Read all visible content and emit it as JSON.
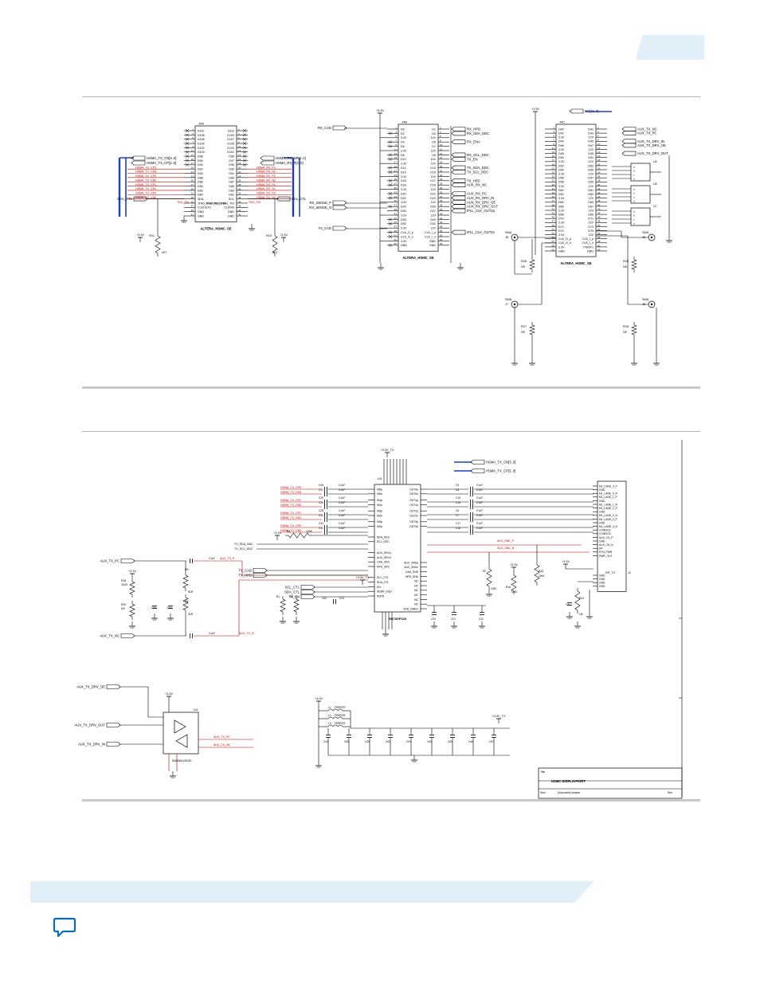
{
  "colors": {
    "accent_band": "#e1eff9",
    "schematic_red": "#c00000",
    "schematic_blue": "#1f3fbf",
    "line": "#000000"
  },
  "top_left": {
    "ref": "J4A",
    "part": "ALTERA_HSMC_SE",
    "left_pins": [
      "D110",
      "D108",
      "D106",
      "D104",
      "D102",
      "D100",
      "D98",
      "D96",
      "D94",
      "D92",
      "D90",
      "D88",
      "D86",
      "D84",
      "D82",
      "D80",
      "SDA",
      "JTAG_TCK/TAG_TMS",
      "CLKOUT0",
      "GND",
      "GND"
    ],
    "right_pins": [
      "D111",
      "D109",
      "D107",
      "D105",
      "D103",
      "D101",
      "D99",
      "D97",
      "D95",
      "D93",
      "D91",
      "D89",
      "D87",
      "D85",
      "D83",
      "D81",
      "SCL",
      "JTAG_TDO/JTAG_TDI",
      "CLKIN0",
      "GND",
      "GND"
    ],
    "left_nets": [
      "HSMA_TX_CN[3..0]",
      "HSMA_TX_CP[3..0]",
      "HSMA_TX_CP3",
      "HSMA_TX_CN3",
      "HSMA_TX_CP2",
      "HSMA_TX_CN2",
      "HSMA_TX_CP1",
      "HSMA_TX_CN1",
      "HSMA_TX_CP0",
      "HSMA_TX_CN0"
    ],
    "right_nets": [
      "HSMA_RX_NP[3..0]",
      "HSMA_RX_P[3..0]",
      "HSMA_RX_P3",
      "HSMA_RX_N3",
      "HSMA_RX_P2",
      "HSMA_RX_N2",
      "HSMA_RX_P1",
      "HSMA_RX_N1",
      "HSMA_RX_P0",
      "HSMA_RX_N0"
    ],
    "sda": "SDA_CTL",
    "scl": "SCL_CTL",
    "r11": "R11",
    "r11v": "4K7",
    "r10": "R10",
    "r10v": "4K7",
    "vcc": "+3.3V",
    "tdo": "TDO_TDI"
  },
  "top_mid": {
    "ref": "J4B",
    "part": "ALTERA_HSMC_SE",
    "left_pins": [
      "D0",
      "D2",
      "3.3V",
      "D4",
      "D6",
      "3.3V",
      "D8",
      "D10",
      "3.3V",
      "D12",
      "D14",
      "3.3V",
      "D16",
      "D18",
      "3.3V",
      "D20",
      "D22",
      "3.3V",
      "D24",
      "D26",
      "3.3V",
      "D28",
      "D30",
      "3.3V",
      "CLK_O_p",
      "CLK_O_n",
      "3.3V",
      "GND"
    ],
    "right_pins": [
      "D1",
      "D3",
      "12V",
      "D5",
      "D7",
      "12V",
      "D9",
      "D11",
      "12V",
      "D13",
      "D15",
      "12V",
      "D17",
      "D19",
      "12V",
      "D21",
      "D23",
      "12V",
      "D25",
      "D27",
      "12V",
      "D29",
      "D31",
      "12V",
      "CLK_I_p",
      "CLK_I_n",
      "GND",
      "GND"
    ],
    "left_nets": [
      "RX_CAD",
      "RX_SENSE_P",
      "RX_SENSE_N",
      "TX_CAD"
    ],
    "right_nets": [
      "RX_HPD",
      "RX_SDA_DDC",
      "RX_ENA",
      "RX_SCL_DDC",
      "TX_EN",
      "TX_SDA_DDC",
      "TX_SCL_DDC",
      "TX_HPD",
      "AUX_RX_NC",
      "AUX_RX_PC",
      "AUX_RX_DRV_IN",
      "AUX_RX_DRV_OE",
      "AUX_RX_DRV_OUT",
      "IPLL_CLK_OUT2p",
      "IPLL_CLK_OUT2n"
    ],
    "vcc": "+3.3V"
  },
  "top_right": {
    "ref": "J4C",
    "part": "ALTERA_HSMC_SE",
    "left_pins": [
      "D40",
      "D42",
      "3.3V",
      "D44",
      "D46",
      "3.3V",
      "D48",
      "D50",
      "3.3V",
      "D52",
      "D54",
      "3.3V",
      "D56",
      "D58",
      "3.3V",
      "D60",
      "D62",
      "3.3V",
      "D64",
      "D66",
      "3.3V",
      "D68",
      "D70",
      "3.3V",
      "D72",
      "D74",
      "3.3V",
      "CLK_O_p",
      "CLK_O_n",
      "3.3V",
      "GND"
    ],
    "right_pins": [
      "D41",
      "D43",
      "12V",
      "D45",
      "D47",
      "12V",
      "D49",
      "D51",
      "12V",
      "D53",
      "D55",
      "12V",
      "D57",
      "D59",
      "12V",
      "D61",
      "D63",
      "12V",
      "D65",
      "D67",
      "12V",
      "D69",
      "D71",
      "12V",
      "D73",
      "D75",
      "12V",
      "CLK_I_p",
      "CLK_I_n",
      "PSINTn",
      "GND"
    ],
    "bus": "DC[11..0]",
    "right_nets": [
      "AUX_TX_NC",
      "AUX_TX_PC",
      "AUX_TX_DRV_IN",
      "AUX_TX_DRV_OE",
      "AUX_TX_DRV_OUT"
    ],
    "sma": [
      "SMA",
      "J8",
      "SMA",
      "J7",
      "SMA",
      "J6",
      "SMA",
      "J5"
    ],
    "res": [
      "R28",
      "NS",
      "R27",
      "NS",
      "R25",
      "NS",
      "R26",
      "NS"
    ],
    "vcc": "+3.3V",
    "u": [
      "U5",
      "U6",
      "U7"
    ]
  },
  "bottom": {
    "u3": "U3",
    "u3part": "SN75DP130",
    "u4": "U4",
    "u4part": "SN65MLVD200",
    "j2": "J2",
    "j2part": "DP_TX",
    "tx_inputs": [
      "HSMA_TX_CP3",
      "HSMA_TX_CN3",
      "HSMA_TX_CP2",
      "HSMA_TX_CN2",
      "HSMA_TX_CP1",
      "HSMA_TX_CN1",
      "HSMA_TX_CP0",
      "HSMA_TX_CN0"
    ],
    "caps_in": [
      "C36",
      "C37",
      "C29",
      "C26",
      "C28",
      "C30",
      "C31",
      "C32"
    ],
    "cap_val": "0.1uF",
    "u3_left_pins": [
      "IN0p",
      "IN0n",
      "IN1p",
      "IN1n",
      "IN2p",
      "IN2n",
      "IN3p",
      "IN3n",
      "SDA_DDC",
      "SCL_DDC",
      "AUX_SRCp",
      "AUX_SRCn",
      "CAD_SRC",
      "HPD_SRC",
      "SCL_CTL",
      "SDA_CTL",
      "EN",
      "ADDR_EQU",
      "RSTN"
    ],
    "u3_right_pins": [
      "OUT0p",
      "OUT0n",
      "OUT1p",
      "OUT1n",
      "OUT2p",
      "OUT2n",
      "OUT3p",
      "OUT3n",
      "AUX_SNKp",
      "AUX_SNKn",
      "CAD_SNK",
      "HPD_SNK",
      "NC",
      "NC",
      "NC",
      "NC",
      "NC",
      "NC",
      "VDD_DREG"
    ],
    "caps_out": [
      "C5",
      "C8",
      "C15",
      "C16",
      "C6",
      "C7",
      "C17",
      "C18"
    ],
    "dp_pins": [
      "ML_LANE_0_P",
      "GND",
      "ML_LANE_0_N",
      "ML_LANE_1_P",
      "GND",
      "ML_LANE_1_N",
      "ML_LANE_2_P",
      "GND",
      "ML_LANE_2_N",
      "ML_LANE_3_P",
      "GND",
      "ML_LANE_3_N",
      "CONFIG1",
      "CONFIG2",
      "AUX_CH_P",
      "GND",
      "AUX_CH_N",
      "HP",
      "RTN_PWR",
      "PWR_OUT",
      "GND",
      "GND",
      "GND",
      "GND"
    ],
    "nets": [
      "HSMA_TX_CN[3..0]",
      "HSMA_TX_CP[3..0]",
      "AUX_SNK_P",
      "AUX_SNK_N",
      "TX_SDA_DDC",
      "TX_SCL_DDC",
      "AUX_TX_PC",
      "AUX_TX_P",
      "AUX_TX_NC",
      "AUX_TX_N",
      "TX_CAD",
      "TX_HPD",
      "SCL_CTL",
      "SDA_CTL",
      "TX_EN",
      "+3.3V_TX",
      "+3.3V"
    ],
    "u4_nets": [
      "AUX_TX_DRV_OE",
      "AUX_TX_DRV_OUT",
      "AUX_TX_DRV_IN",
      "AUX_TX_PC",
      "AUX_TX_NC"
    ],
    "ferrite": [
      "L1",
      "FERRITE",
      "L2",
      "FERRITE",
      "L3",
      "FERRITE"
    ],
    "decaps": [
      "C44",
      "C56",
      "C45",
      "C50",
      "C51",
      "C49",
      "C60",
      "C46",
      "C57"
    ],
    "title_label": "Title",
    "title": "HSMC DISPLAYPORT",
    "size": "Size",
    "docnum": "Document Number",
    "rev": "Rev"
  }
}
